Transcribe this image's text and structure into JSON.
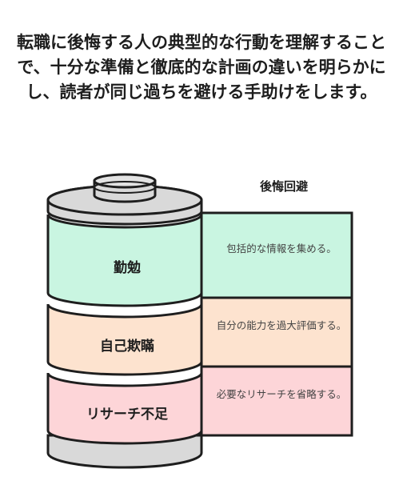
{
  "title": "転職に後悔する人の典型的な行動を理解することで、十分な準備と徹底的な計画の違いを明らかにし、読者が同じ過ちを避ける手助けをします。",
  "header": "後悔回避",
  "layers": [
    {
      "label": "勤勉",
      "note": "包括的な情報を集める。",
      "color": "#c9f5e1"
    },
    {
      "label": "自己欺瞞",
      "note": "自分の能力を過大評価する。",
      "color": "#fde3cf"
    },
    {
      "label": "リサーチ不足",
      "note": "必要なリサーチを省略する。",
      "color": "#fdd5d8"
    }
  ],
  "colors": {
    "stroke": "#1e1e1e",
    "cap": "#d9d9d9"
  }
}
